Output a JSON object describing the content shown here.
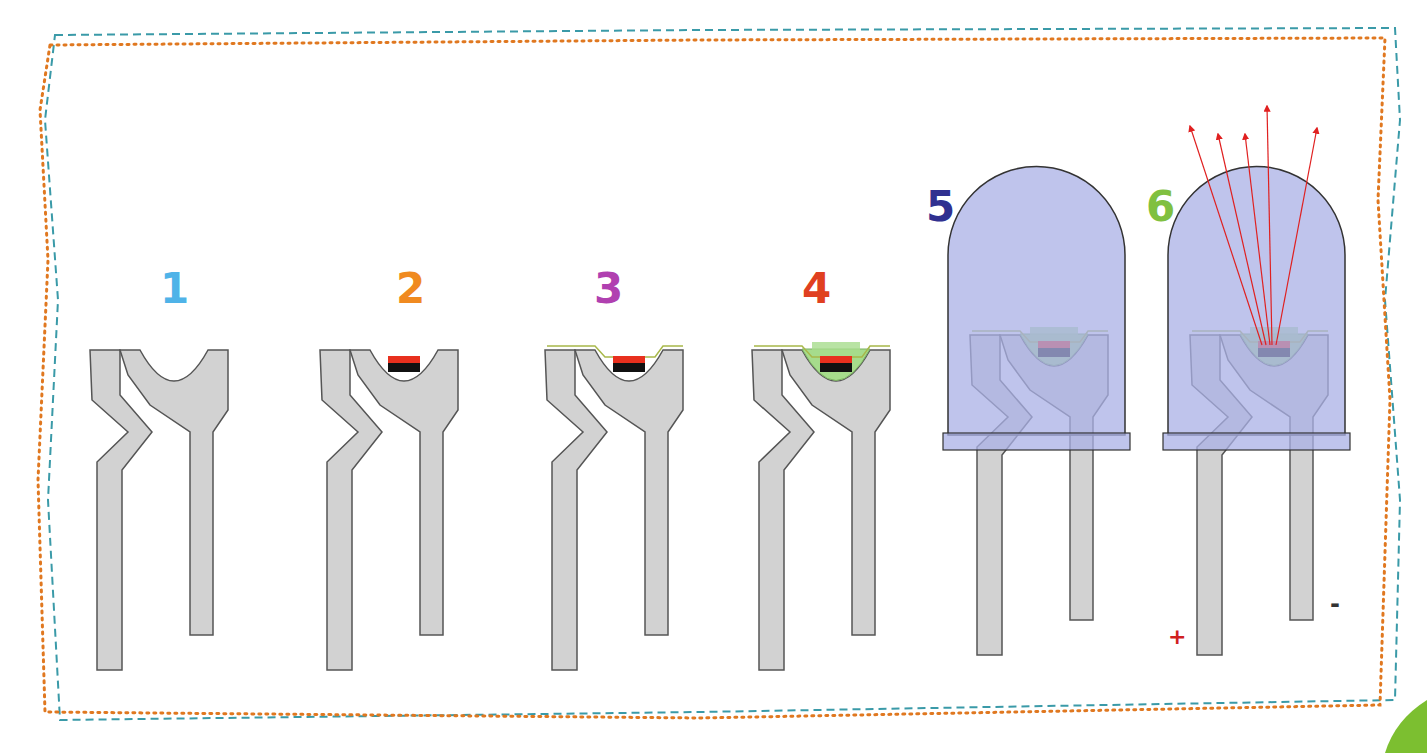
{
  "diagram": {
    "labels": [
      "1",
      "2",
      "3",
      "4",
      "5",
      "6",
      "+",
      "-"
    ]
  }
}
